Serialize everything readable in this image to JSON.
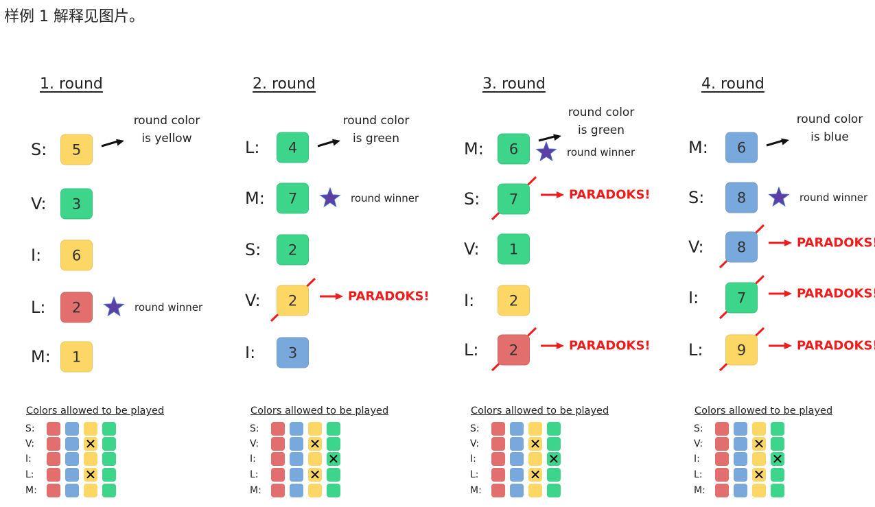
{
  "heading": "样例 1 解释见图片。",
  "colors": {
    "red": "#e36e6e",
    "blue": "#79a9dc",
    "yellow": "#fdd766",
    "green": "#3cd58a",
    "star": "#5b3fa3",
    "paradox": "#f21b1b"
  },
  "grid_title": "Colors allowed to be played",
  "grid_columns": [
    "red",
    "blue",
    "yellow",
    "green"
  ],
  "winner_text": "round winner",
  "paradox_text": "PARADOKS!",
  "rounds": [
    {
      "title": "1. round",
      "round_color_lines": [
        "round color",
        "is yellow"
      ],
      "players": [
        {
          "label": "S:",
          "value": "5",
          "color": "yellow",
          "crossed": false,
          "winner": false
        },
        {
          "label": "V:",
          "value": "3",
          "color": "green",
          "crossed": false,
          "winner": false
        },
        {
          "label": "I:",
          "value": "6",
          "color": "yellow",
          "crossed": false,
          "winner": false
        },
        {
          "label": "L:",
          "value": "2",
          "color": "red",
          "crossed": false,
          "winner": true
        },
        {
          "label": "M:",
          "value": "1",
          "color": "yellow",
          "crossed": false,
          "winner": false
        }
      ],
      "grid": [
        {
          "label": "S:",
          "x": []
        },
        {
          "label": "V:",
          "x": [
            "yellow"
          ]
        },
        {
          "label": "I:",
          "x": []
        },
        {
          "label": "L:",
          "x": [
            "yellow"
          ]
        },
        {
          "label": "M:",
          "x": []
        }
      ]
    },
    {
      "title": "2. round",
      "round_color_lines": [
        "round color",
        "is green"
      ],
      "players": [
        {
          "label": "L:",
          "value": "4",
          "color": "green",
          "crossed": false,
          "winner": false
        },
        {
          "label": "M:",
          "value": "7",
          "color": "green",
          "crossed": false,
          "winner": true
        },
        {
          "label": "S:",
          "value": "2",
          "color": "green",
          "crossed": false,
          "winner": false
        },
        {
          "label": "V:",
          "value": "2",
          "color": "yellow",
          "crossed": true,
          "winner": false
        },
        {
          "label": "I:",
          "value": "3",
          "color": "blue",
          "crossed": false,
          "winner": false
        }
      ],
      "grid": [
        {
          "label": "S:",
          "x": []
        },
        {
          "label": "V:",
          "x": [
            "yellow"
          ]
        },
        {
          "label": "I:",
          "x": [
            "green"
          ]
        },
        {
          "label": "L:",
          "x": [
            "yellow"
          ]
        },
        {
          "label": "M:",
          "x": []
        }
      ]
    },
    {
      "title": "3. round",
      "round_color_lines": [
        "round color",
        "is green"
      ],
      "players": [
        {
          "label": "M:",
          "value": "6",
          "color": "green",
          "crossed": false,
          "winner": true
        },
        {
          "label": "S:",
          "value": "7",
          "color": "green",
          "crossed": true,
          "winner": false
        },
        {
          "label": "V:",
          "value": "1",
          "color": "green",
          "crossed": false,
          "winner": false
        },
        {
          "label": "I:",
          "value": "2",
          "color": "yellow",
          "crossed": false,
          "winner": false
        },
        {
          "label": "L:",
          "value": "2",
          "color": "red",
          "crossed": true,
          "winner": false
        }
      ],
      "grid": [
        {
          "label": "S:",
          "x": []
        },
        {
          "label": "V:",
          "x": [
            "yellow"
          ]
        },
        {
          "label": "I:",
          "x": [
            "green"
          ]
        },
        {
          "label": "L:",
          "x": [
            "yellow"
          ]
        },
        {
          "label": "M:",
          "x": []
        }
      ]
    },
    {
      "title": "4. round",
      "round_color_lines": [
        "round color",
        "is blue"
      ],
      "players": [
        {
          "label": "M:",
          "value": "6",
          "color": "blue",
          "crossed": false,
          "winner": false
        },
        {
          "label": "S:",
          "value": "8",
          "color": "blue",
          "crossed": false,
          "winner": true
        },
        {
          "label": "V:",
          "value": "8",
          "color": "blue",
          "crossed": true,
          "winner": false
        },
        {
          "label": "I:",
          "value": "7",
          "color": "green",
          "crossed": true,
          "winner": false
        },
        {
          "label": "L:",
          "value": "9",
          "color": "yellow",
          "crossed": true,
          "winner": false
        }
      ],
      "grid": [
        {
          "label": "S:",
          "x": []
        },
        {
          "label": "V:",
          "x": [
            "yellow"
          ]
        },
        {
          "label": "I:",
          "x": [
            "green"
          ]
        },
        {
          "label": "L:",
          "x": [
            "yellow"
          ]
        },
        {
          "label": "M:",
          "x": []
        }
      ]
    }
  ]
}
